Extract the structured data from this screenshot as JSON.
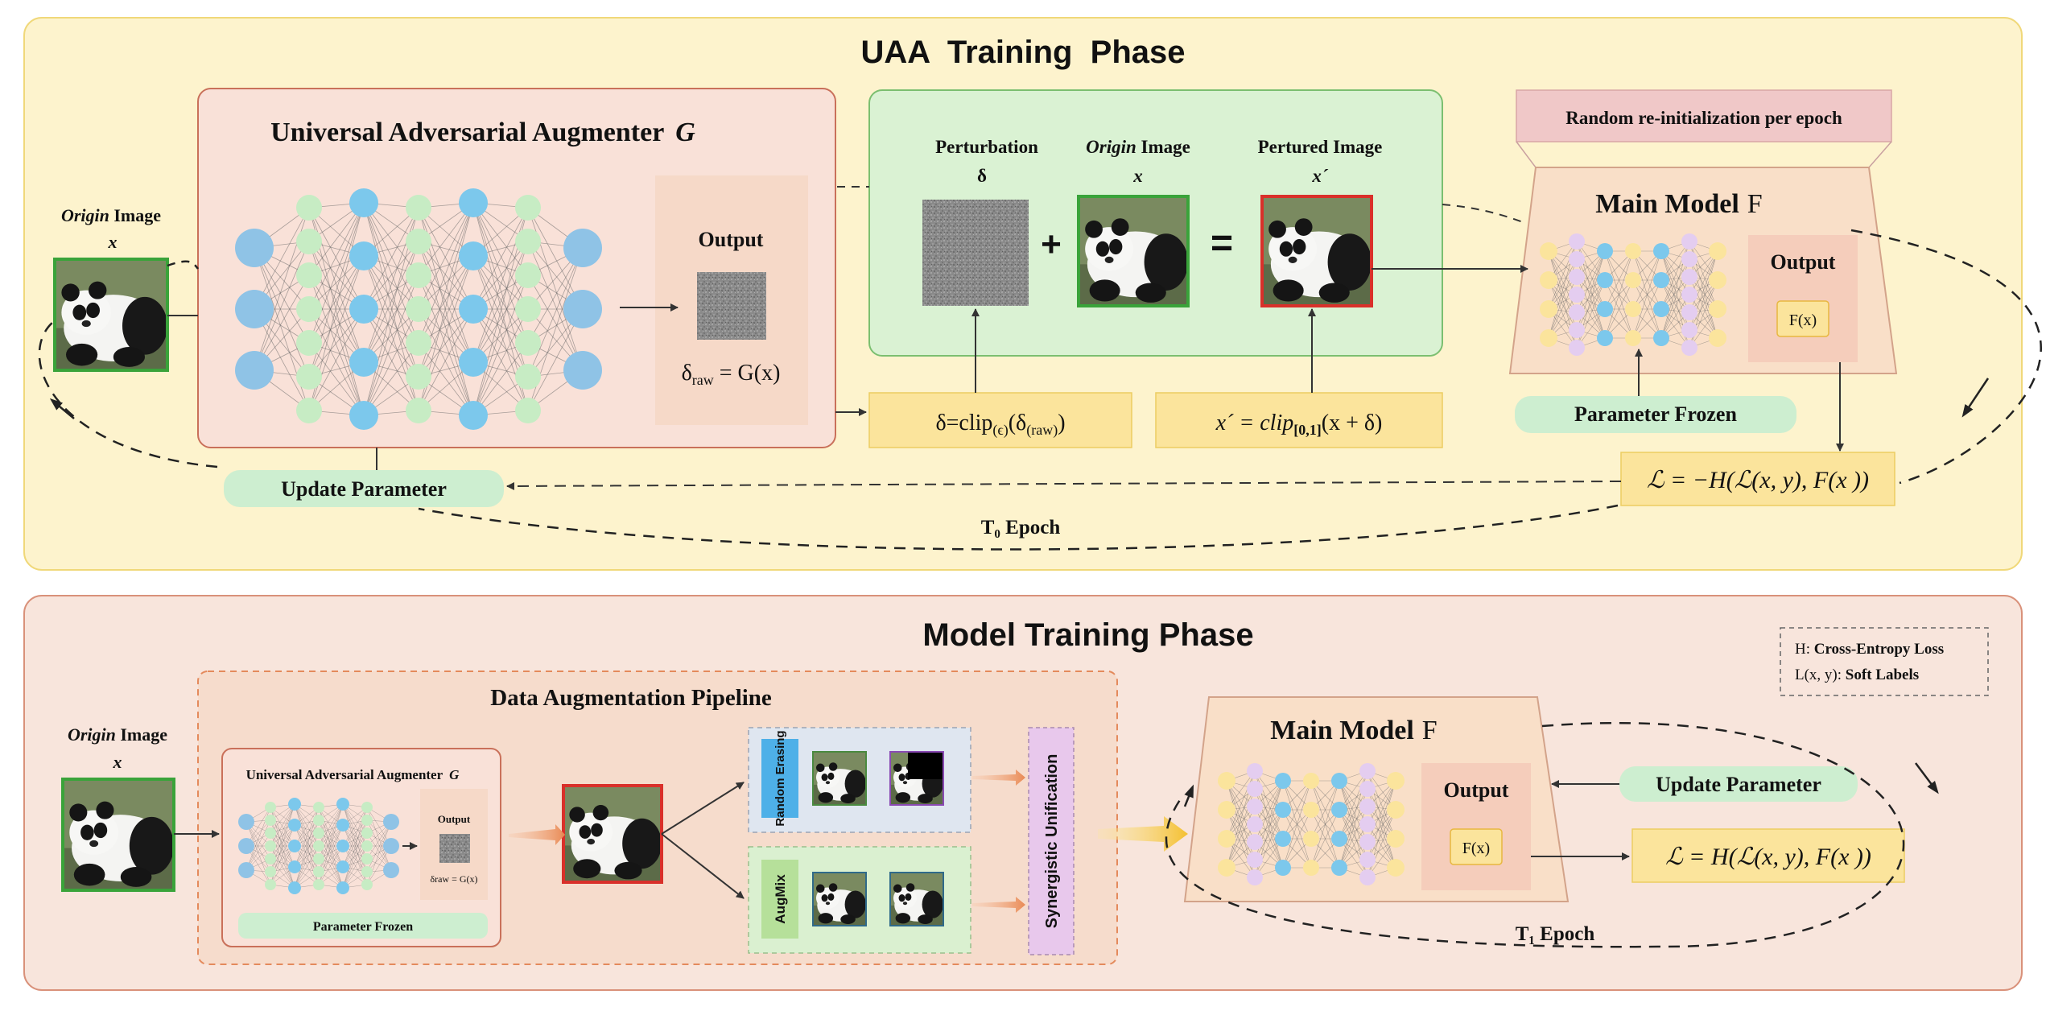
{
  "phase1": {
    "title": "UAA  Training  Phase",
    "origin_word": "Origin",
    "image_word": " Image",
    "origin_var": "x",
    "augmenter": {
      "title": "Universal Adversarial Augmenter",
      "symbol": "G",
      "output_label": "Output",
      "formula_delta": "δ",
      "formula_sub": "raw",
      "formula_rest": " = G(x)"
    },
    "perturbation": {
      "label": "Perturbation",
      "symbol": "δ",
      "origin_word": "Origin",
      "image_word": " Image",
      "origin_var": "x",
      "pertured_label": "Pertured Image",
      "pertured_var": "x´",
      "plus": "+",
      "equals": "="
    },
    "clip_delta": {
      "pre": "δ=clip",
      "sub": "(ϵ)",
      "post": "(δ",
      "sub2": "(raw)",
      "close": ")"
    },
    "clip_x": {
      "pre": "x´ = clip",
      "sub": "[0,1]",
      "post": "(x + δ)"
    },
    "reinit_label": "Random re-initialization per epoch",
    "main_model": {
      "title": "Main Model",
      "symbol": "F",
      "output_label": "Output",
      "fx": "F(x)"
    },
    "param_frozen": "Parameter Frozen",
    "loss": "ℒ = −H(ℒ(x, y), F(x ))",
    "update_param": "Update Parameter",
    "epoch": "T₀ Epoch"
  },
  "phase2": {
    "title": "Model Training Phase",
    "legend": {
      "h_key": "H: ",
      "h_val": "Cross-Entropy Loss",
      "l_key": "L(x, y): ",
      "l_val": "Soft Labels"
    },
    "origin_word": "Origin",
    "image_word": " Image",
    "origin_var": "x",
    "pipeline_title": "Data Augmentation Pipeline",
    "mini_augmenter": {
      "title": "Universal Adversarial Augmenter",
      "symbol": "G",
      "output_label": "Output",
      "formula": "δraw = G(x)",
      "frozen": "Parameter Frozen"
    },
    "random_erasing": "Random Erasing",
    "augmix": "AugMix",
    "unification": "Synergistic Unification",
    "main_model": {
      "title": "Main Model",
      "symbol": "F",
      "output_label": "Output",
      "fx": "F(x)"
    },
    "update_param": "Update Parameter",
    "loss": "ℒ = H(ℒ(x, y), F(x ))",
    "epoch": "T₁ Epoch"
  },
  "colors": {
    "phase1_bg": "#fdf3cd",
    "phase2_bg": "#f8e5dc",
    "green_pill": "#cdeed0",
    "yellow_box": "#fbe49c",
    "pink_label": "#f0c8c8",
    "node_blue": "#7cc8ec",
    "node_green": "#c7ecc4",
    "node_purple": "#e4cdf0",
    "node_yellow": "#fbe49c"
  }
}
